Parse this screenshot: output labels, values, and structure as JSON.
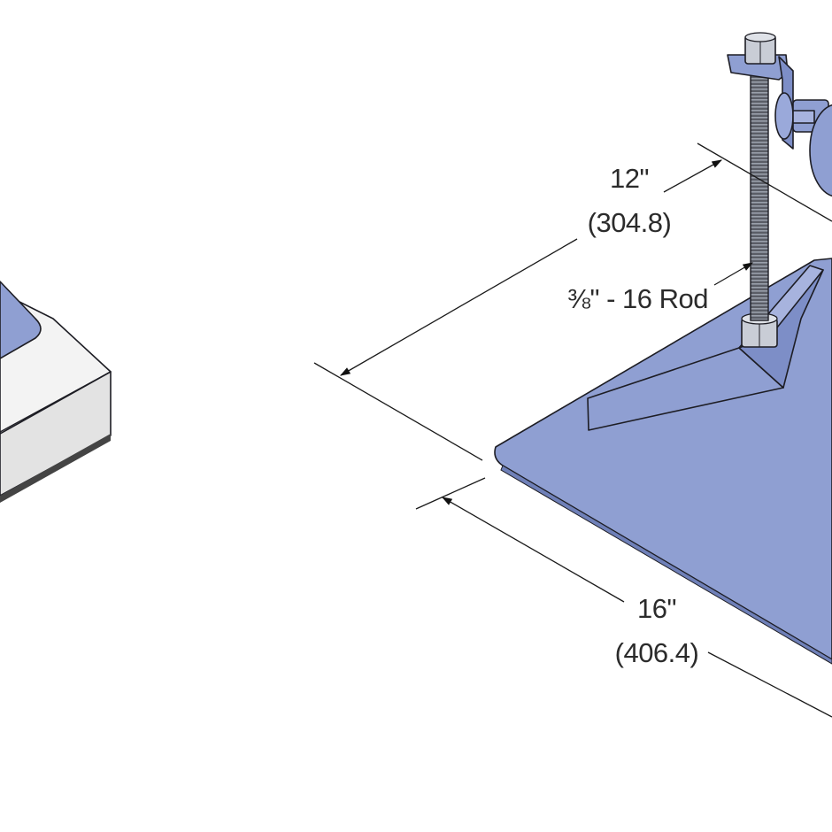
{
  "dimensions": {
    "depth": {
      "imperial": "12\"",
      "metric": "(304.8)"
    },
    "width": {
      "imperial": "16\"",
      "metric": "(406.4)"
    },
    "rod": {
      "label": "⅜\" - 16 Rod"
    }
  },
  "colors": {
    "plate": "#8f9fd2",
    "plate_dark": "#6f80b8",
    "steel": "#c9cdd6",
    "block_top": "#f2f2f2",
    "block_side": "#e2e2e2",
    "outline": "#1d1d24"
  }
}
